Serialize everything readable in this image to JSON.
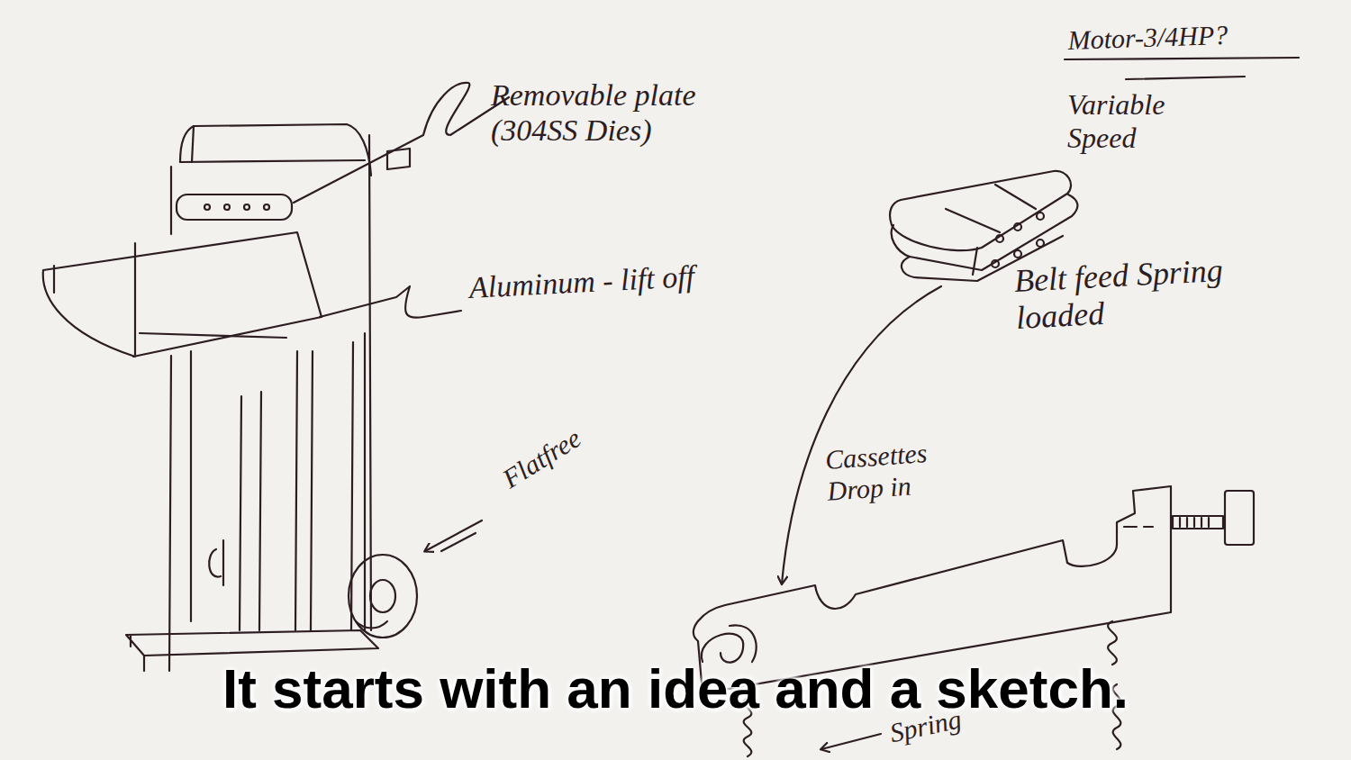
{
  "diagram": {
    "caption": "It starts with an idea and a sketch.",
    "labels": [
      "Removable plate (304SS Dies)",
      "Aluminum - lift off",
      "Flatfree",
      "Motor-3/4HP?",
      "Variable Speed",
      "Belt feed Spring loaded",
      "Cassettes Drop in",
      "Spring"
    ]
  }
}
